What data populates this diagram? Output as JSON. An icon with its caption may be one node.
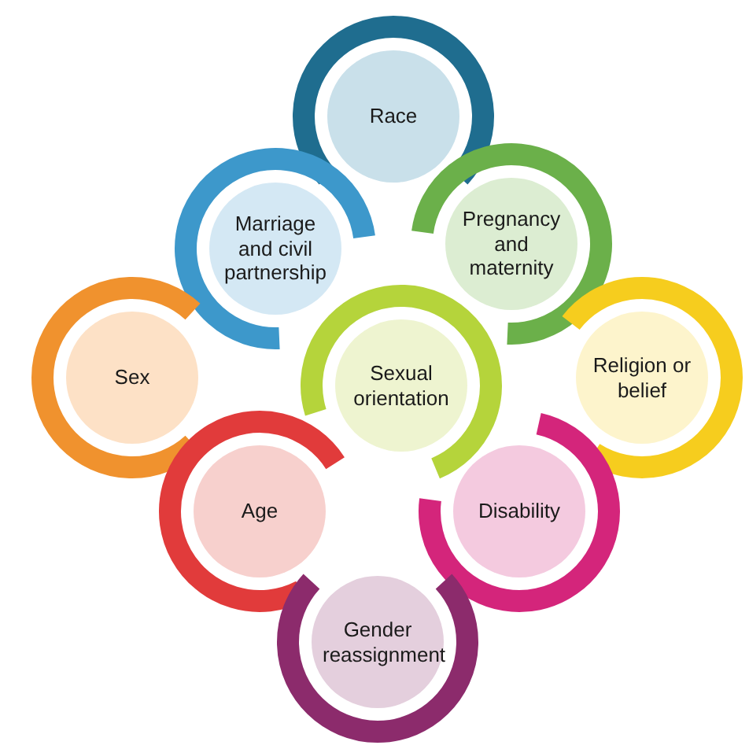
{
  "diagram": {
    "nodes": [
      {
        "text": [
          "Race"
        ]
      },
      {
        "text": [
          "Marriage and civil partnership"
        ]
      },
      {
        "text": [
          "Pregnancy and maternity"
        ]
      },
      {
        "text": [
          "Sex"
        ]
      },
      {
        "text": [
          "Sexual orientation"
        ]
      },
      {
        "text": [
          "Religion or belief"
        ]
      },
      {
        "text": [
          "Age"
        ]
      },
      {
        "text": [
          "Disability"
        ]
      },
      {
        "text": [
          "Gender reassignment"
        ]
      }
    ]
  }
}
